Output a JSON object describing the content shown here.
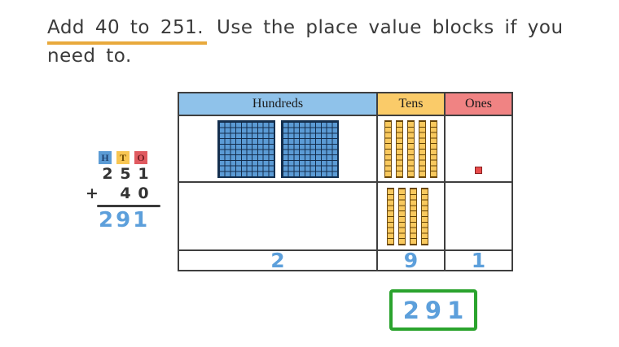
{
  "instruction": {
    "underlined_text": "Add 40 to 251.",
    "line1_rest": "Use the place value blocks if you",
    "line2": "need to."
  },
  "column_addition": {
    "column_labels": [
      "H",
      "T",
      "O"
    ],
    "top_addend_digits": [
      "2",
      "5",
      "1"
    ],
    "operator": "+",
    "bottom_addend_digits": [
      "4",
      "0"
    ],
    "sum": "291"
  },
  "place_value_table": {
    "headers": [
      "Hundreds",
      "Tens",
      "Ones"
    ],
    "row1": {
      "hundreds_blocks": 2,
      "tens_rods": 5,
      "ones_units": 1
    },
    "row2": {
      "hundreds_blocks": 0,
      "tens_rods": 4,
      "ones_units": 0
    },
    "digits_row": {
      "hundreds": "2",
      "tens": "9",
      "ones": "1"
    }
  },
  "answer_box": {
    "value": "291"
  },
  "colors": {
    "ink_blue": "#5c9fdb",
    "ink_dark": "#3a3a3a",
    "underline_orange": "#e8a93c",
    "answer_box_green": "#2aa32d",
    "hundreds_header_bg": "#8fc2ea",
    "tens_header_bg": "#facb69",
    "ones_header_bg": "#f08383",
    "hundred_block_fill": "#5b9bd5",
    "ten_rod_fill": "#f9c95e",
    "one_block_fill": "#e84b4b"
  }
}
